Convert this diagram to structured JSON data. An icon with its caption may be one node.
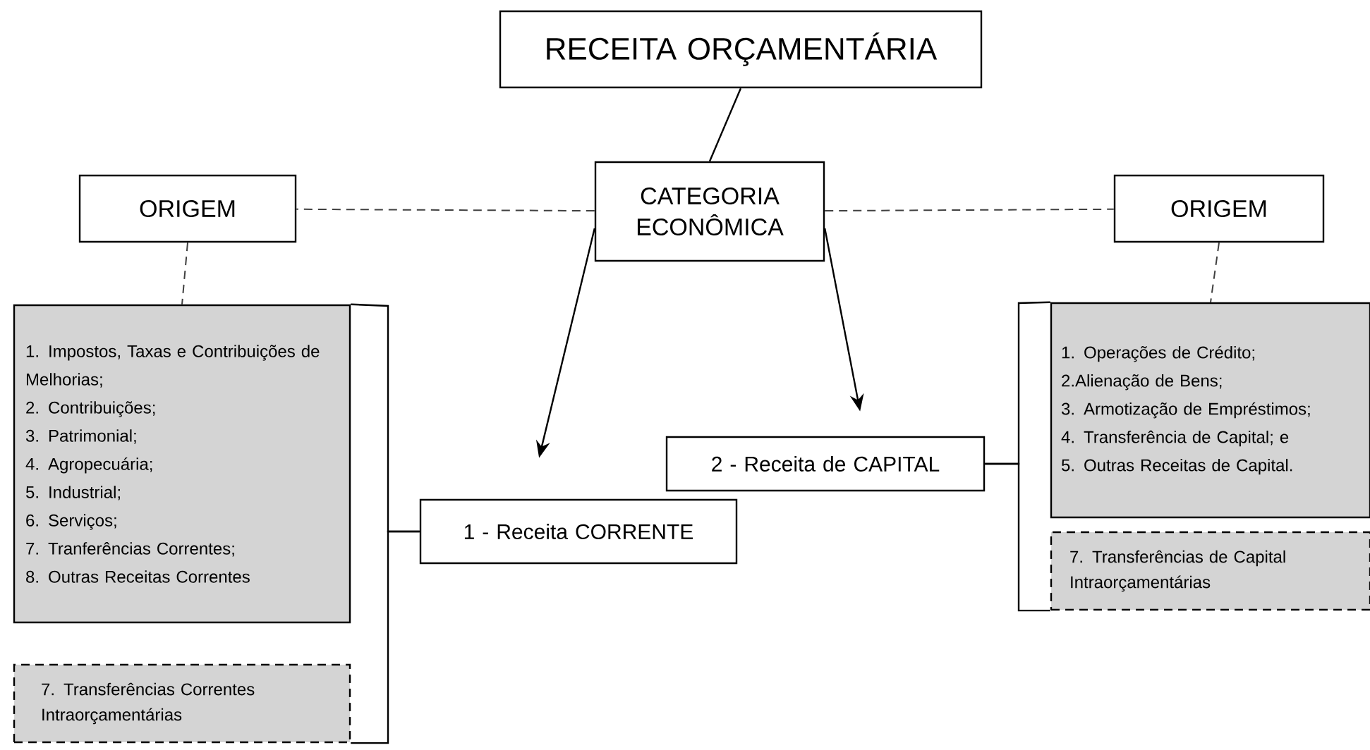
{
  "diagram": {
    "nodes": [
      {
        "text": [
          "RECEITA ORÇAMENTÁRIA"
        ]
      },
      {
        "text": [
          "CATEGORIA ECONÔMICA"
        ]
      },
      {
        "text": [
          "ORIGEM"
        ]
      },
      {
        "text": [
          "ORIGEM"
        ]
      },
      {
        "text": [
          "1. Impostos, Taxas e Contribuições de Melhorias;",
          "2. Contribuições;",
          "3. Patrimonial;",
          "4. Agropecuária;",
          "5. Industrial;",
          "6. Serviços;",
          "7. Tranferências Correntes;",
          "8. Outras Receitas Correntes"
        ]
      },
      {
        "text": [
          "7. Transferências Correntes Intraorçamentárias"
        ]
      },
      {
        "text": [
          "1. Operações de Crédito;",
          "2.Alienação de Bens;",
          "3. Armotização de Empréstimos;",
          "4. Transferência de Capital; e",
          "5. Outras Receitas de Capital."
        ]
      },
      {
        "text": [
          "7. Transferências de Capital Intraorçamentárias"
        ]
      },
      {
        "text": [
          "1 - Receita CORRENTE"
        ]
      },
      {
        "text": [
          "2 - Receita de CAPITAL"
        ]
      }
    ],
    "edges": [
      {
        "from": 0,
        "to": 1,
        "arrow": "none"
      },
      {
        "from": 1,
        "to": 2,
        "arrow": "none",
        "style": "dashed"
      },
      {
        "from": 1,
        "to": 3,
        "arrow": "none",
        "style": "dashed"
      },
      {
        "from": 2,
        "to": 4,
        "arrow": "none",
        "style": "dashed"
      },
      {
        "from": 3,
        "to": 6,
        "arrow": "none",
        "style": "dashed"
      },
      {
        "from": 1,
        "to": 8,
        "arrow": "to"
      },
      {
        "from": 1,
        "to": 9,
        "arrow": "to"
      },
      {
        "from": 8,
        "to": 4,
        "arrow": "none"
      },
      {
        "from": 8,
        "to": 5,
        "arrow": "none"
      },
      {
        "from": 9,
        "to": 6,
        "arrow": "none"
      },
      {
        "from": 9,
        "to": 7,
        "arrow": "none"
      }
    ]
  }
}
